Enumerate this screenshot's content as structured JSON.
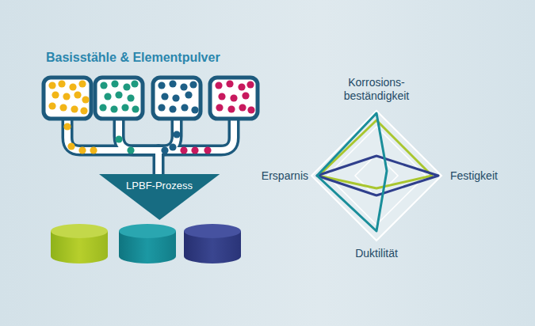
{
  "diagram": {
    "title": "Basisstähle & Elementpulver",
    "nodes": [
      {
        "text": [
          "LPBF-Prozess"
        ]
      }
    ],
    "labels": [
      "Korrosions- beständigkeit",
      "Festigkeit",
      "Duktilität",
      "Ersparnis"
    ]
  }
}
